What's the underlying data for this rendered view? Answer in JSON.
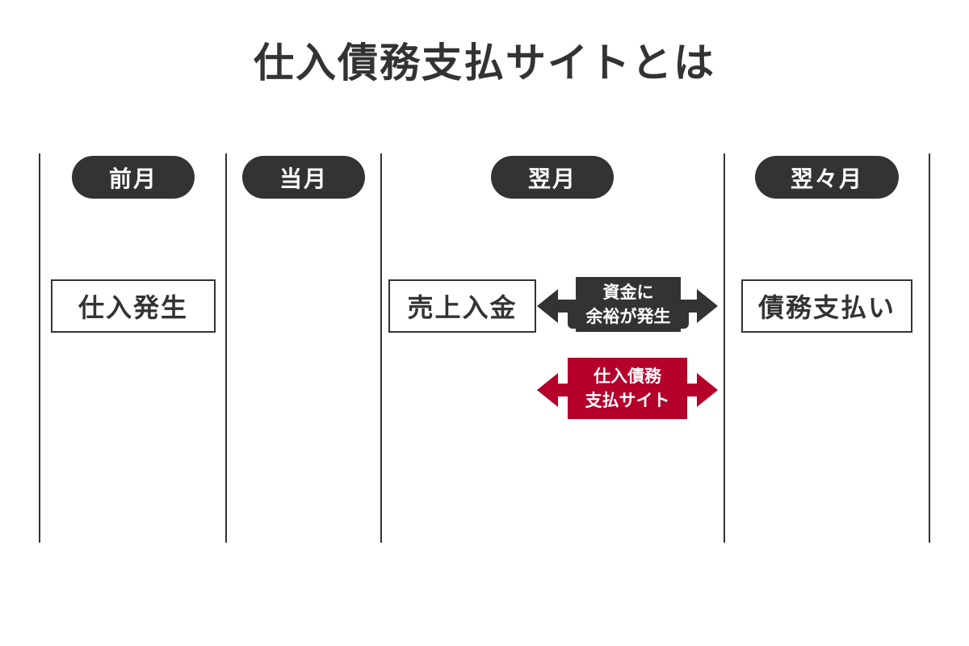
{
  "title": "仕入債務支払サイトとは",
  "months": [
    "前月",
    "当月",
    "翌月",
    "翌々月"
  ],
  "events": {
    "purchase": "仕入発生",
    "sales_receipt": "売上入金",
    "payment": "債務支払い"
  },
  "surplus": {
    "line1": "資金に",
    "line2": "余裕が発生"
  },
  "site": {
    "line1": "仕入債務",
    "line2": "支払サイト"
  },
  "colors": {
    "dark": "#333333",
    "red": "#b4002a"
  }
}
